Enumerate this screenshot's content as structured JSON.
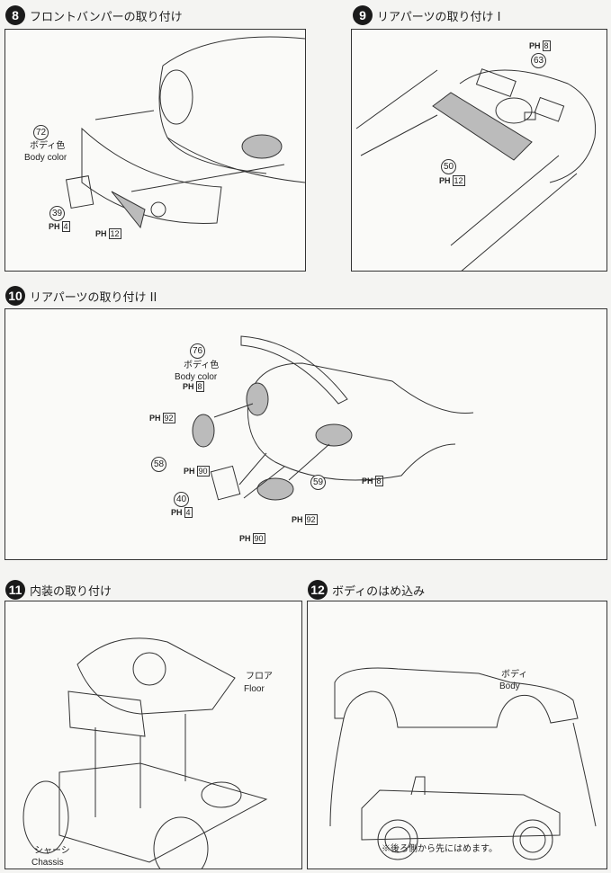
{
  "steps": [
    {
      "number": "8",
      "title": "フロントバンパーの取り付け",
      "labels": {
        "part_a": "72",
        "color_jp": "ボディ色",
        "color_en": "Body color",
        "part_b": "39",
        "ph_b_prefix": "PH",
        "ph_b": "4",
        "ph_c_prefix": "PH",
        "ph_c": "12"
      }
    },
    {
      "number": "9",
      "title": "リアパーツの取り付け I",
      "labels": {
        "ph_a_prefix": "PH",
        "ph_a": "8",
        "part_a": "63",
        "part_b": "50",
        "ph_b_prefix": "PH",
        "ph_b": "12"
      }
    },
    {
      "number": "10",
      "title": "リアパーツの取り付け II",
      "labels": {
        "part_a": "76",
        "color_jp": "ボディ色",
        "color_en": "Body color",
        "ph1_prefix": "PH",
        "ph1": "8",
        "ph2_prefix": "PH",
        "ph2": "92",
        "part_b": "58",
        "ph3_prefix": "PH",
        "ph3": "90",
        "part_c": "40",
        "ph4_prefix": "PH",
        "ph4": "4",
        "ph5_prefix": "PH",
        "ph5": "90",
        "part_d": "59",
        "ph6_prefix": "PH",
        "ph6": "92",
        "ph7_prefix": "PH",
        "ph7": "8"
      }
    },
    {
      "number": "11",
      "title": "内装の取り付け",
      "labels": {
        "floor_jp": "フロア",
        "floor_en": "Floor",
        "chassis_jp": "シャーシ",
        "chassis_en": "Chassis"
      }
    },
    {
      "number": "12",
      "title": "ボディのはめ込み",
      "labels": {
        "body_jp": "ボディ",
        "body_en": "Body",
        "note": "※後ろ側から先にはめます。"
      }
    }
  ]
}
